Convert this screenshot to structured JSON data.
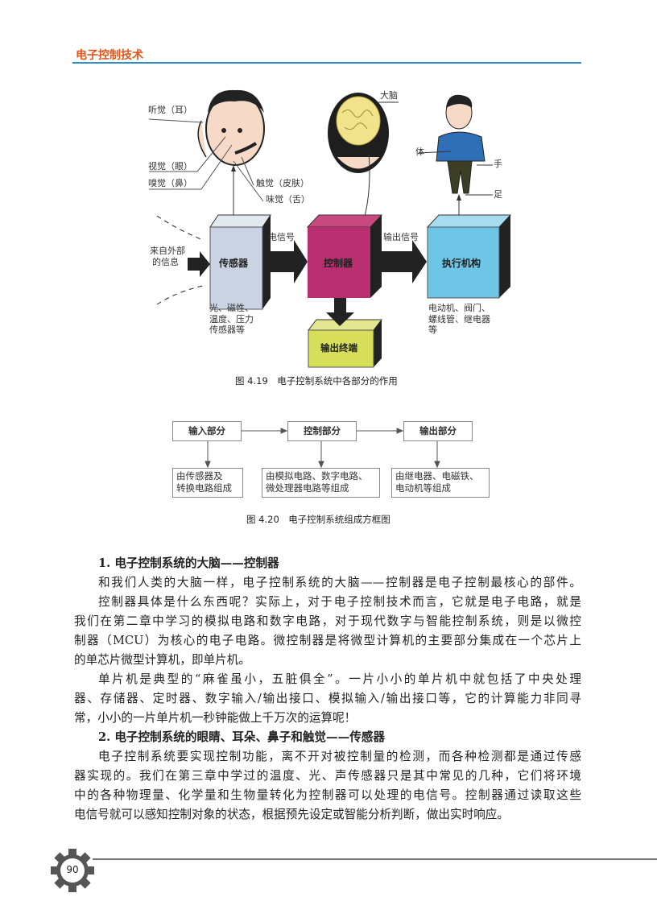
{
  "header": {
    "title": "电子控制技术"
  },
  "figure_4_19": {
    "caption": "图 4.19　电子控制系统中各部分的作用",
    "senses": [
      "听觉（耳）",
      "视觉（眼）",
      "嗅觉（鼻）",
      "触觉（皮肤）",
      "味觉（舌）"
    ],
    "brain_label": "大脑",
    "body_labels": {
      "body": "体",
      "hand": "手",
      "foot": "足"
    },
    "external_info": [
      "来自外部",
      "的信息"
    ],
    "blocks": {
      "sensor": "传感器",
      "controller": "控制器",
      "actuator": "执行机构",
      "output_terminal": "输出终端"
    },
    "arrows": {
      "electric_signal": "电信号",
      "output_signal": "输出信号"
    },
    "sensor_examples": [
      "光、磁性、",
      "温度、压力",
      "传感器等"
    ],
    "actuator_examples": [
      "电动机、阀门、",
      "螺线管、继电器",
      "等"
    ],
    "colors": {
      "sensor": "#c9d3e3",
      "controller": "#b8306f",
      "actuator": "#6ec5e6",
      "output": "#d7de5a"
    }
  },
  "figure_4_20": {
    "caption": "图 4.20　电子控制系统组成方框图",
    "top": [
      "输入部分",
      "控制部分",
      "输出部分"
    ],
    "bottom": [
      [
        "由传感器及",
        "转换电路组成"
      ],
      [
        "由模拟电路、数字电路、",
        "微处理器电路等组成"
      ],
      [
        "由继电器、电磁铁、",
        "电动机等组成"
      ]
    ]
  },
  "body": {
    "lines": [
      {
        "t": "1. 电子控制系统的大脑——控制器",
        "k": "h"
      },
      {
        "t": "和我们人类的大脑一样，电子控制系统的大脑——控制器是电子控制最核心的部件。",
        "k": "ind"
      },
      {
        "t": "控制器具体是什么东西呢？实际上，对于电子控制技术而言，它就是电子电路，就是",
        "k": "ind"
      },
      {
        "t": "我们在第二章中学习的模拟电路和数字电路，对于现代数字与智能控制系统，则是以微控",
        "k": ""
      },
      {
        "t": "制器（MCU）为核心的电子电路。微控制器是将微型计算机的主要部分集成在一个芯片上",
        "k": ""
      },
      {
        "t": "的单芯片微型计算机，即单片机。",
        "k": "last"
      },
      {
        "t": "单片机是典型的“麻雀虽小，五脏俱全”。一片小小的单片机中就包括了中央处理",
        "k": "ind"
      },
      {
        "t": "器、存储器、定时器、数字输入/输出接口、模拟输入/输出接口等，它的计算能力非同寻",
        "k": ""
      },
      {
        "t": "常，小小的一片单片机一秒钟能做上千万次的运算呢！",
        "k": "last"
      },
      {
        "t": "2. 电子控制系统的眼睛、耳朵、鼻子和触觉——传感器",
        "k": "h"
      },
      {
        "t": "电子控制系统要实现控制功能，离不开对被控制量的检测，而各种检测都是通过传感",
        "k": "ind"
      },
      {
        "t": "器实现的。我们在第三章中学过的温度、光、声传感器只是其中常见的几种，它们将环境",
        "k": ""
      },
      {
        "t": "中的各种物理量、化学量和生物量转化为控制器可以处理的电信号。控制器通过读取这些",
        "k": ""
      },
      {
        "t": "电信号就可以感知控制对象的状态，根据预先设定或智能分析判断，做出实时响应。",
        "k": "last"
      }
    ]
  },
  "footer": {
    "page_number": "90"
  }
}
